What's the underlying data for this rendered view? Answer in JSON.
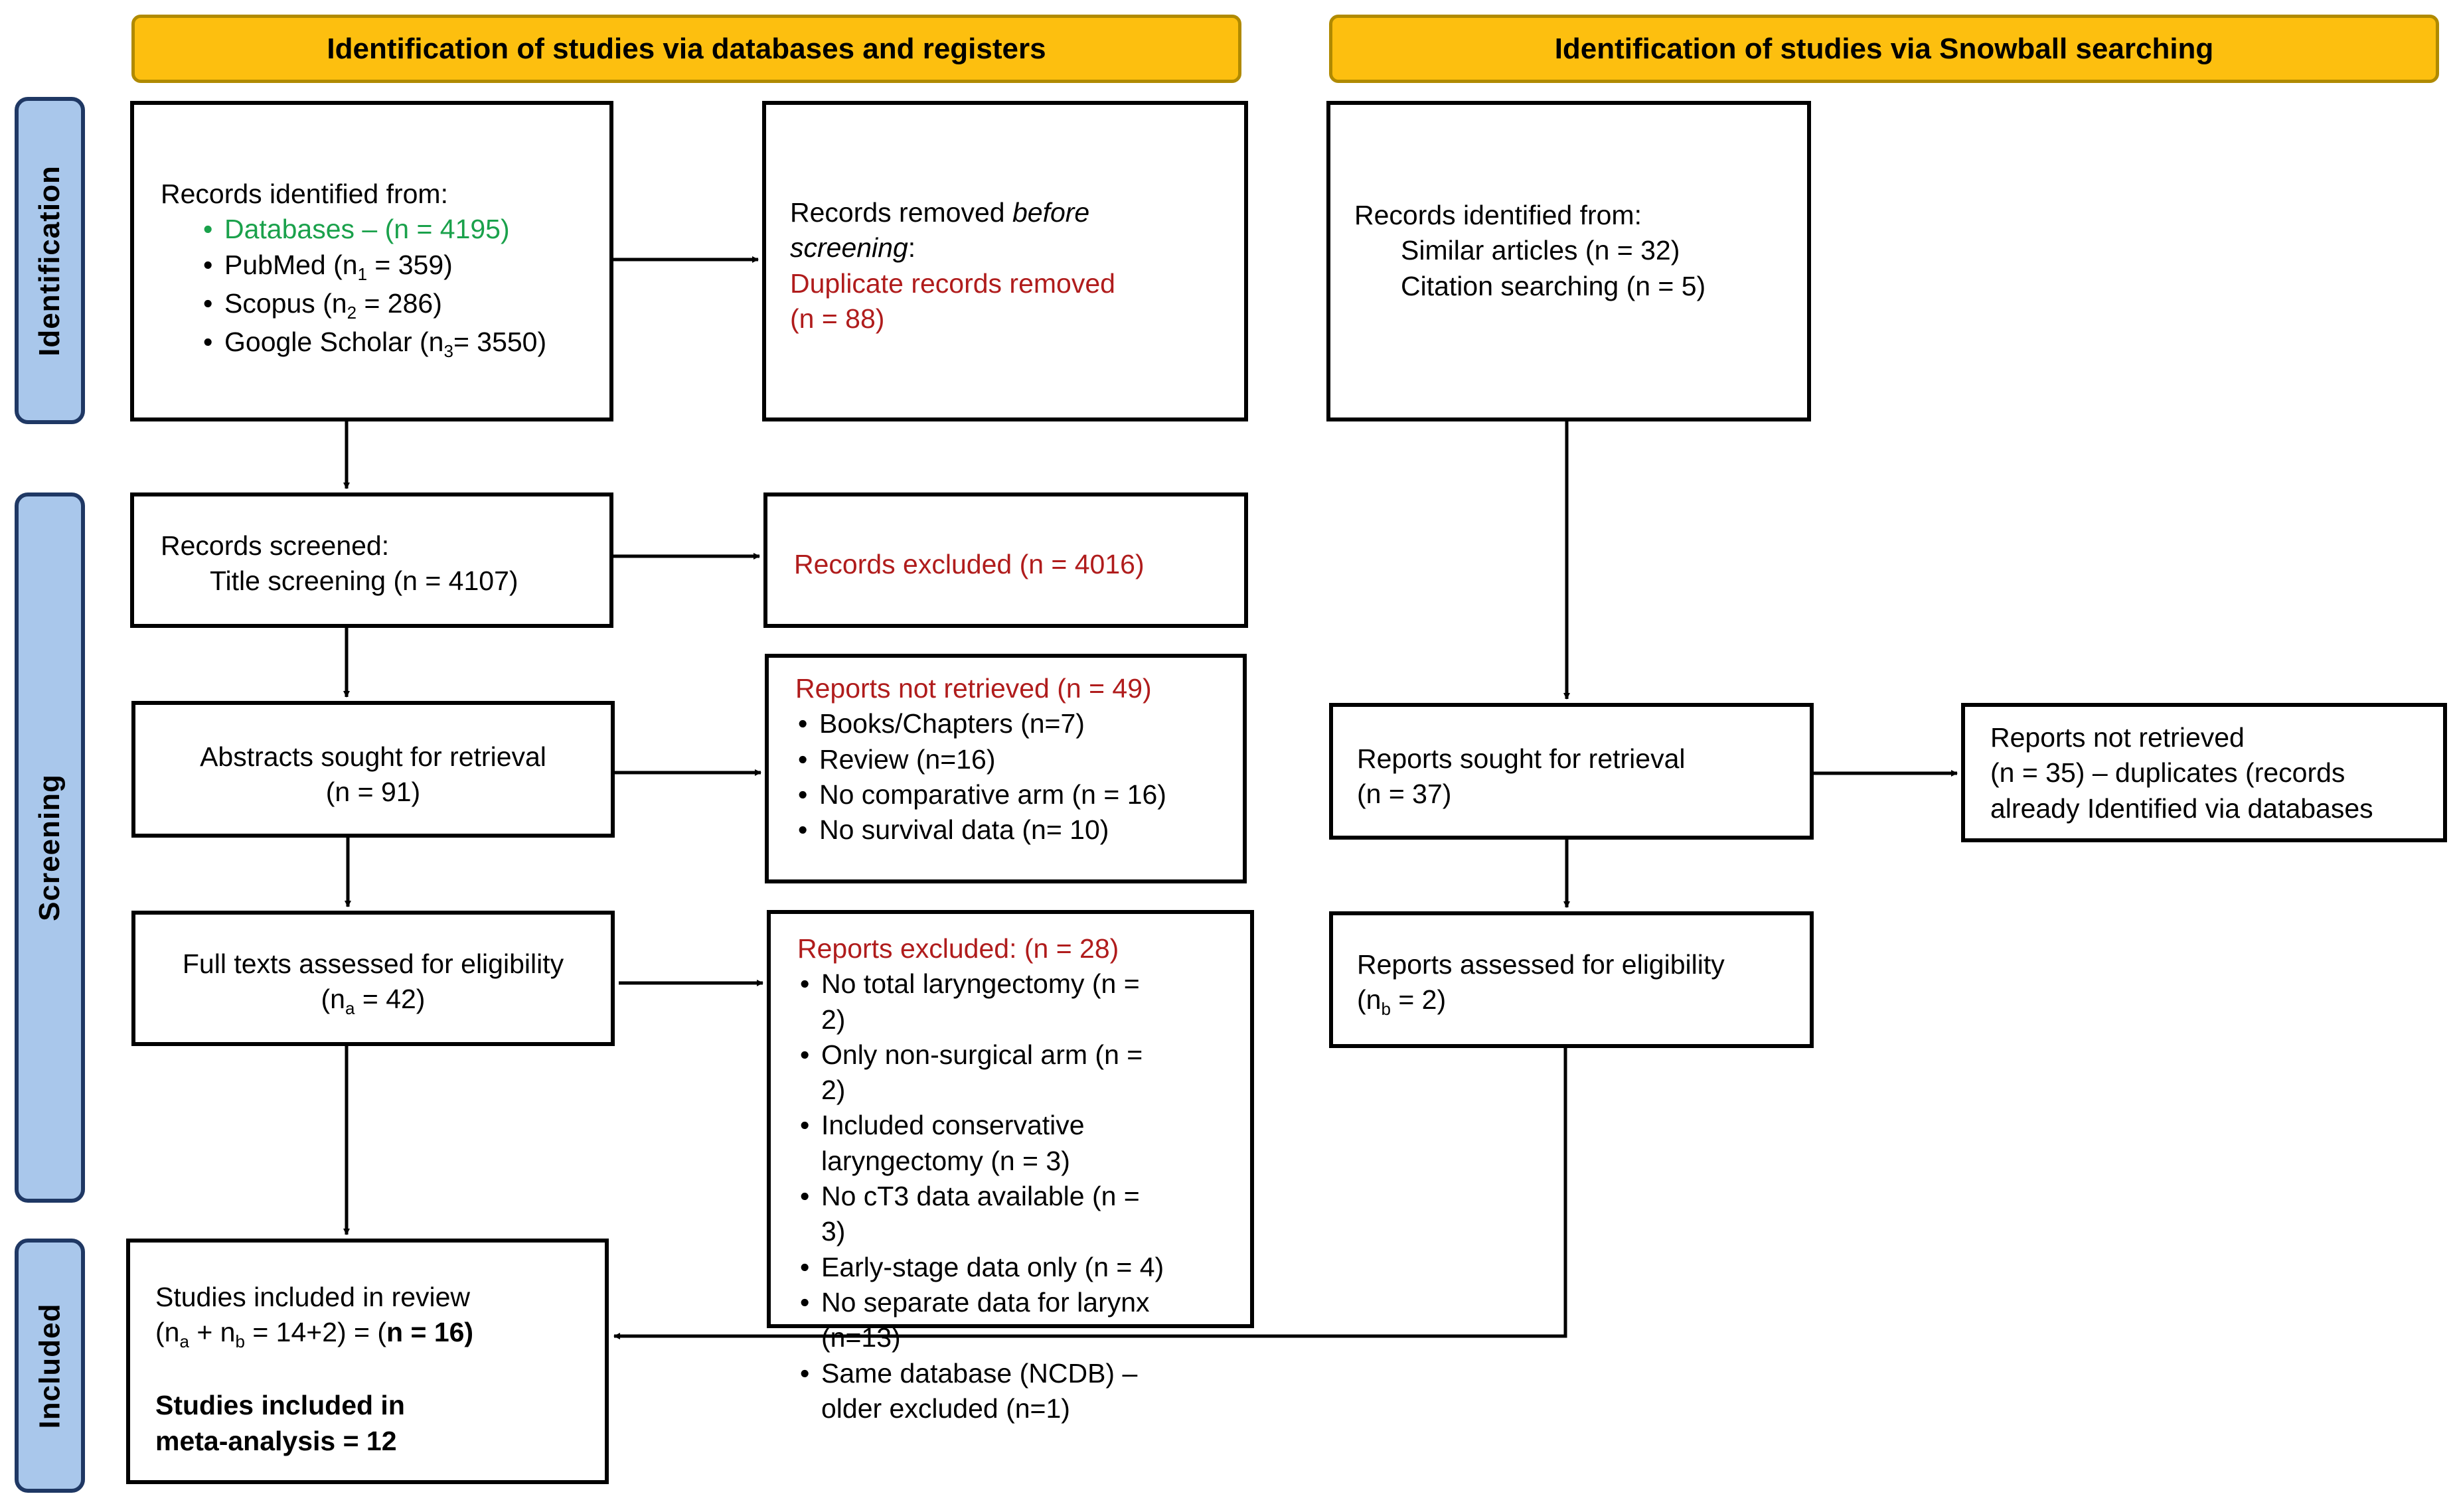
{
  "headers": {
    "databases": "Identification of studies via databases and registers",
    "snowball": "Identification of studies via Snowball searching"
  },
  "phases": {
    "identification": "Identification",
    "screening": "Screening",
    "included": "Included"
  },
  "boxes": {
    "records_identified": {
      "title": "Records identified from:",
      "databases": "Databases – (n = 4195)",
      "pubmed_a": "PubMed (n",
      "pubmed_sub": "1",
      "pubmed_b": " = 359)",
      "scopus_a": "Scopus (n",
      "scopus_sub": "2",
      "scopus_b": " = 286)",
      "scholar_a": "Google Scholar (n",
      "scholar_sub": "3",
      "scholar_b": "= 3550)"
    },
    "records_removed": {
      "line1_a": "Records removed ",
      "line1_em": "before",
      "line2_em": "screening",
      "line2_b": ":",
      "dup": "Duplicate records removed",
      "dup_n": "(n = 88)"
    },
    "snowball_identified": {
      "title": "Records identified from:",
      "similar": "Similar articles (n = 32)",
      "citation": "Citation searching (n = 5)"
    },
    "records_screened": {
      "title": "Records screened:",
      "detail": "Title screening (n = 4107)"
    },
    "records_excluded": {
      "text": "Records excluded (n = 4016)"
    },
    "abstracts_sought": {
      "line1": "Abstracts sought for retrieval",
      "line2": "(n = 91)"
    },
    "reports_not_retrieved": {
      "title": "Reports not retrieved (n = 49)",
      "items": [
        "Books/Chapters (n=7)",
        "Review (n=16)",
        "No comparative arm (n = 16)",
        "No survival data (n= 10)"
      ]
    },
    "snowball_sought": {
      "line1": "Reports sought for retrieval",
      "line2": "(n = 37)"
    },
    "snowball_not_retrieved": {
      "line1": "Reports not retrieved",
      "line2": "(n = 35) – duplicates (records",
      "line3": "already Identified via databases"
    },
    "full_texts": {
      "line1": "Full texts assessed for eligibility",
      "line2_a": "(n",
      "line2_sub": "a",
      "line2_b": " = 42)"
    },
    "reports_excluded": {
      "title": "Reports excluded: (n = 28)",
      "items": [
        "No total laryngectomy (n = 2)",
        "Only non-surgical arm (n = 2)",
        "Included conservative laryngectomy (n = 3)",
        "No cT3 data available (n = 3)",
        "Early-stage data only (n = 4)",
        "No separate data for larynx (n=13)",
        "Same database (NCDB) – older excluded (n=1)"
      ]
    },
    "snowball_assessed": {
      "line1": "Reports assessed for eligibility",
      "line2_a": "(n",
      "line2_sub": "b",
      "line2_b": " = 2)"
    },
    "included": {
      "line1": "Studies included in review",
      "line2_a": "(n",
      "line2_sub_a": "a",
      "line2_b": " + n",
      "line2_sub_b": "b",
      "line2_c": " = 14+2) = (",
      "line2_bold": "n = 16)",
      "meta1": "Studies included in",
      "meta2": "meta-analysis = 12"
    }
  },
  "colors": {
    "header_fill": "#fdbf0f",
    "phase_fill": "#a9c7eb",
    "phase_border": "#1f3864",
    "excluded_text": "#b01c1c",
    "databases_text": "#1aa14b"
  }
}
